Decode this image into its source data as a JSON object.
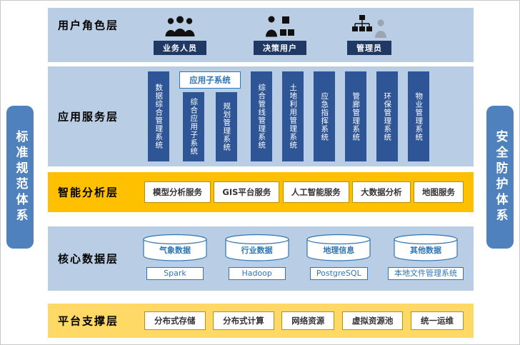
{
  "side_bars": {
    "left_label": "标准规范体系",
    "right_label": "安全防护体系"
  },
  "layers": {
    "user_role": {
      "label": "用户角色层",
      "roles": [
        {
          "label": "业务人员",
          "icon": "business-users-icon"
        },
        {
          "label": "决策用户",
          "icon": "decision-user-icon"
        },
        {
          "label": "管理员",
          "icon": "admin-orgchart-icon"
        }
      ]
    },
    "app_service": {
      "label": "应用服务层",
      "systems": [
        "数据综合管理系统",
        "综合管线管理系统",
        "土地利用管理系统",
        "应急指挥系统",
        "管廊管理系统",
        "环保管理系统",
        "物业管理系统"
      ],
      "subsystem_group": {
        "header": "应用子系统",
        "items": [
          "综合应用子系统",
          "规划管理系统"
        ]
      }
    },
    "analysis": {
      "label": "智能分析层",
      "services": [
        "模型分析服务",
        "GIS平台服务",
        "人工智能服务",
        "大数据分析",
        "地图服务"
      ]
    },
    "core_data": {
      "label": "核心数据层",
      "databases": [
        "气象数据",
        "行业数据",
        "地理信息",
        "其他数据"
      ],
      "engines": [
        "Spark",
        "Hadoop",
        "PostgreSQL",
        "本地文件管理系统"
      ]
    },
    "platform": {
      "label": "平台支撑层",
      "resources": [
        "分布式存储",
        "分布式计算",
        "网络资源",
        "虚拟资源池",
        "统一运维"
      ]
    }
  },
  "colors": {
    "layer_blue_bg": "#B9CDE5",
    "analysis_band": "#FFC000",
    "platform_band": "#FFD966",
    "system_box": "#2E5696",
    "side_bar": "#4F81BD",
    "accent_blue": "#2E75B6",
    "role_badge": "#1F3864"
  }
}
